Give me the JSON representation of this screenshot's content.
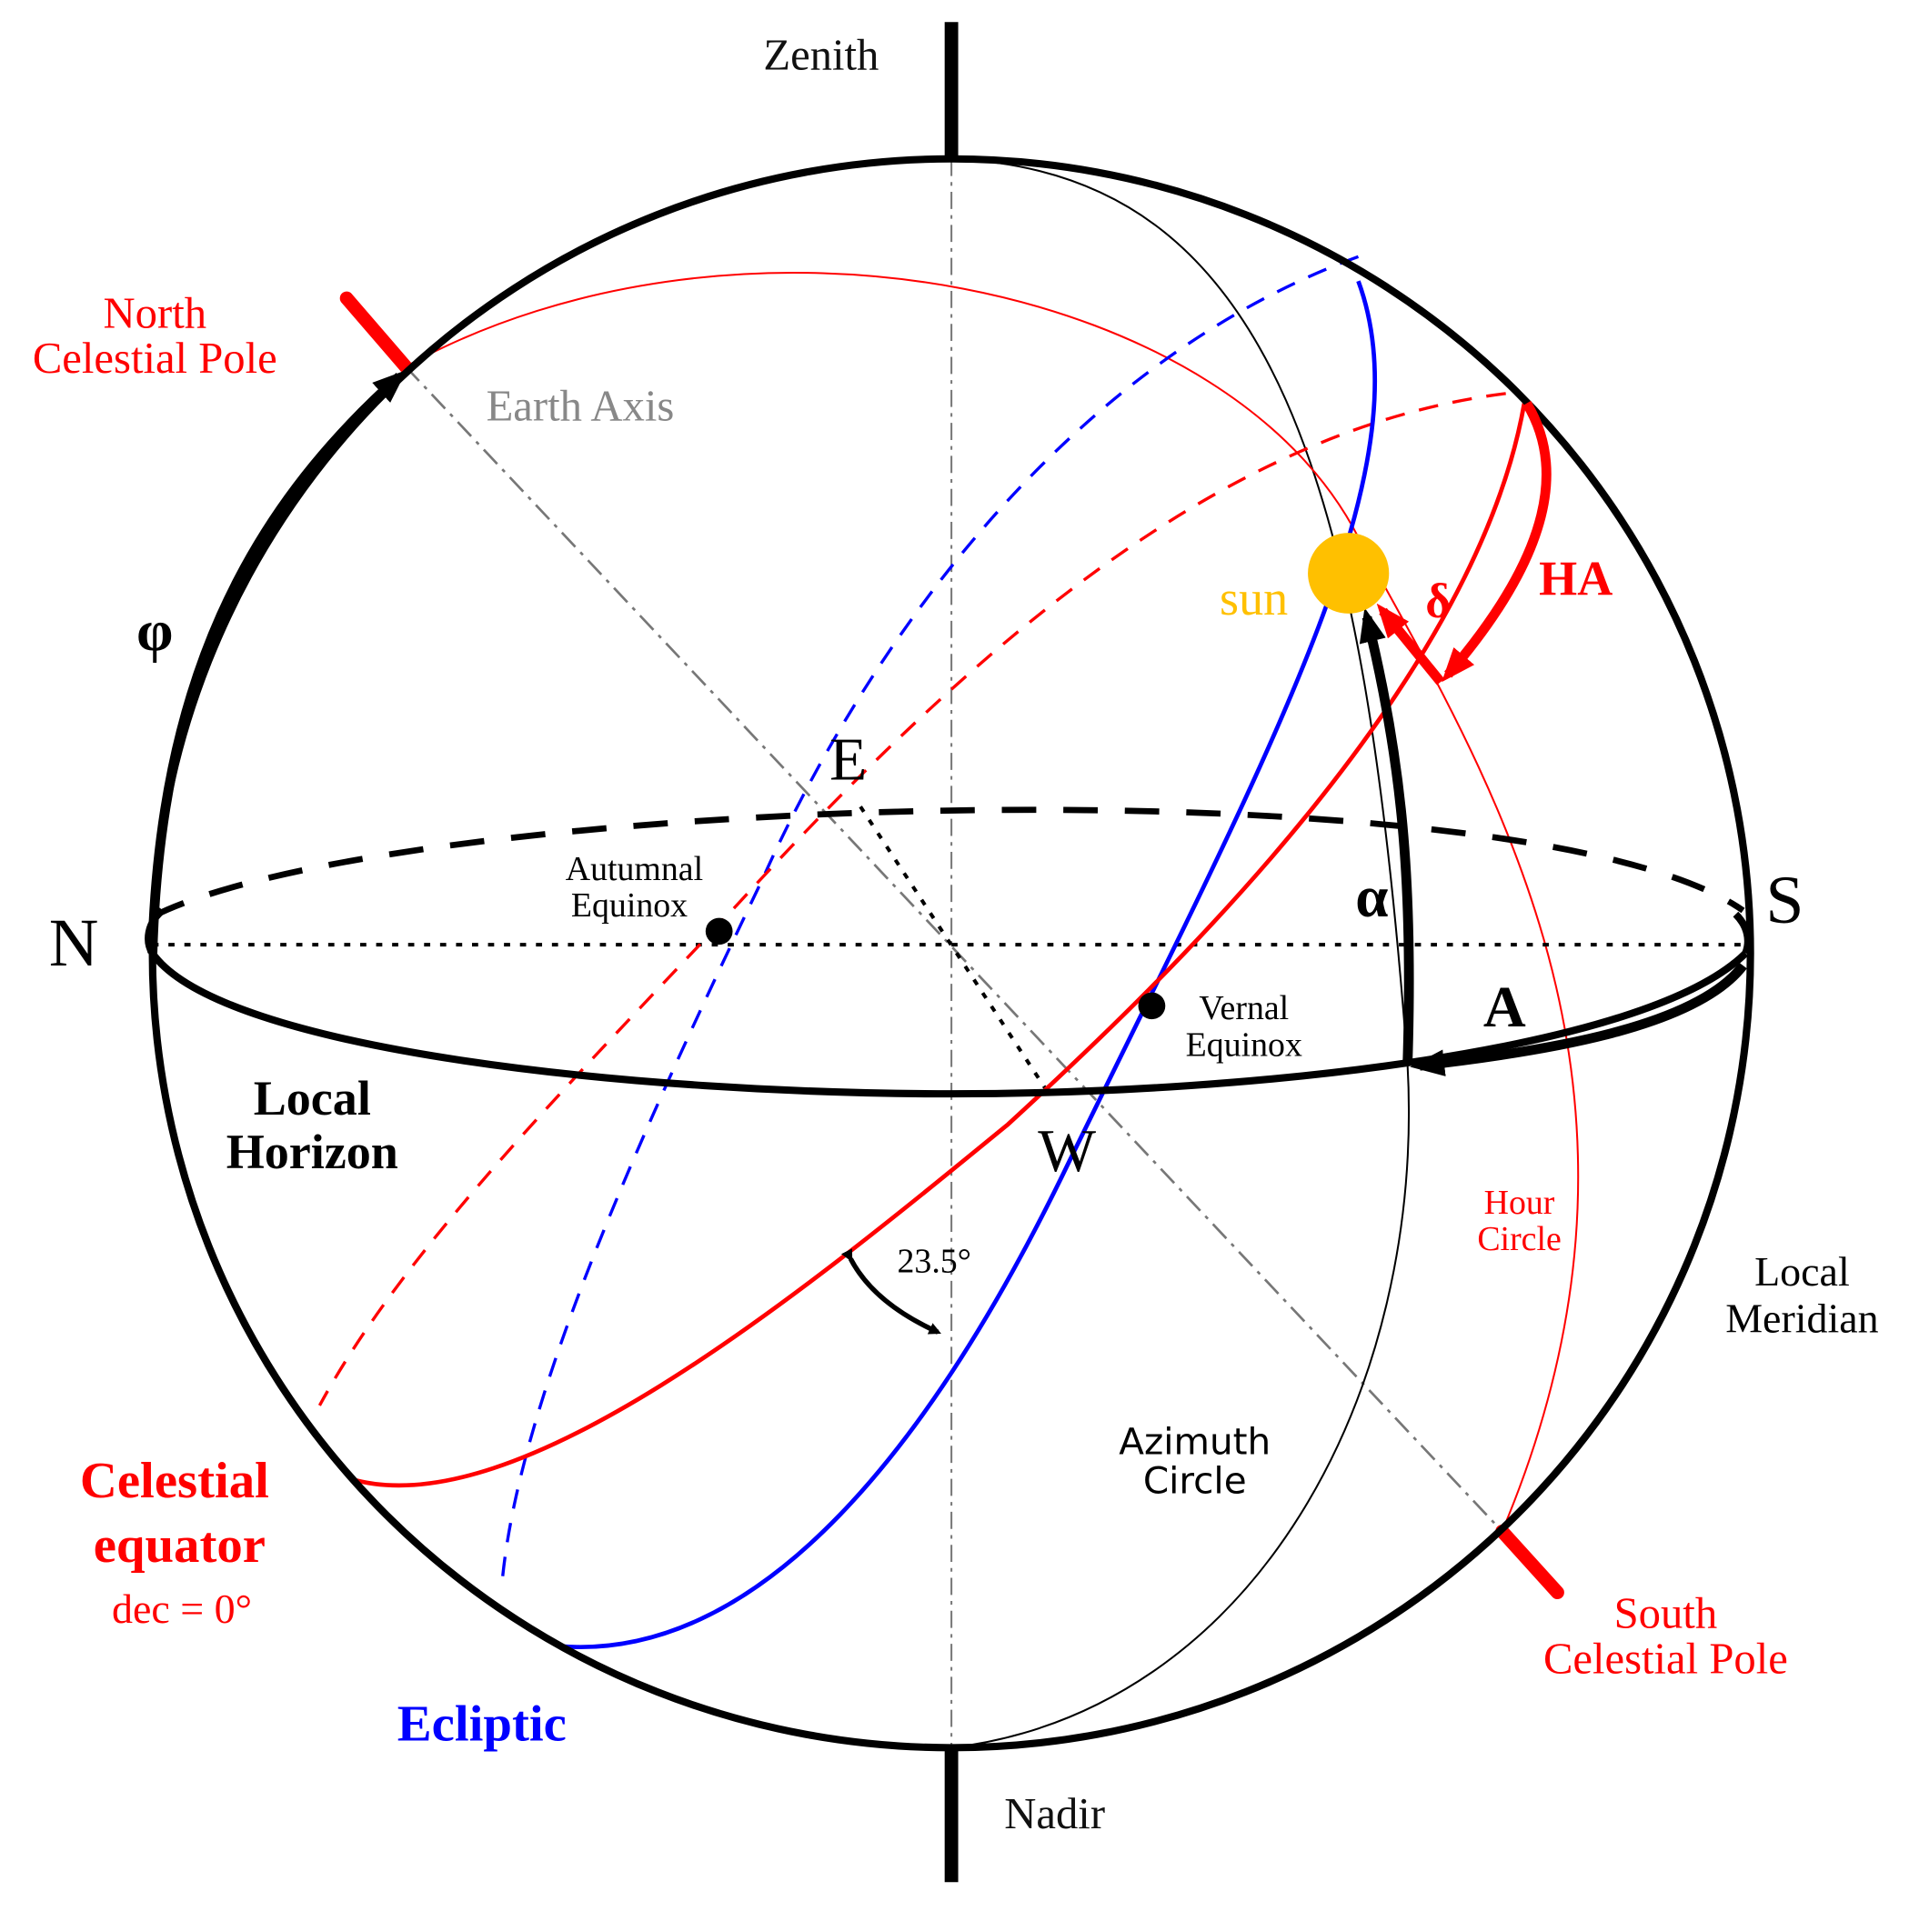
{
  "colors": {
    "equator": "#ff0000",
    "ecliptic": "#0000ff",
    "sun": "#ffc000",
    "axis": "#888888",
    "ink": "#000000"
  },
  "labels": {
    "zenith": "Zenith",
    "nadir": "Nadir",
    "north_celestial_pole_line1": "North",
    "north_celestial_pole_line2": "Celestial Pole",
    "south_celestial_pole_line1": "South",
    "south_celestial_pole_line2": "Celestial Pole",
    "earth_axis": "Earth Axis",
    "phi": "φ",
    "sun": "sun",
    "delta": "δ",
    "hour_angle": "HA",
    "east": "E",
    "west": "W",
    "north": "N",
    "south": "S",
    "alpha": "α",
    "azimuth": "A",
    "autumnal_equinox_line1": "Autumnal",
    "autumnal_equinox_line2": "Equinox",
    "vernal_equinox_line1": "Vernal",
    "vernal_equinox_line2": "Equinox",
    "local_horizon_line1": "Local",
    "local_horizon_line2": "Horizon",
    "hour_circle_line1": "Hour",
    "hour_circle_line2": "Circle",
    "local_meridian_line1": "Local",
    "local_meridian_line2": "Meridian",
    "obliquity": "23.5°",
    "azimuth_circle_line1": "Azimuth",
    "azimuth_circle_line2": "Circle",
    "celestial_equator_line1": "Celestial",
    "celestial_equator_line2": "equator",
    "celestial_equator_line3": "dec = 0°",
    "ecliptic": "Ecliptic"
  }
}
